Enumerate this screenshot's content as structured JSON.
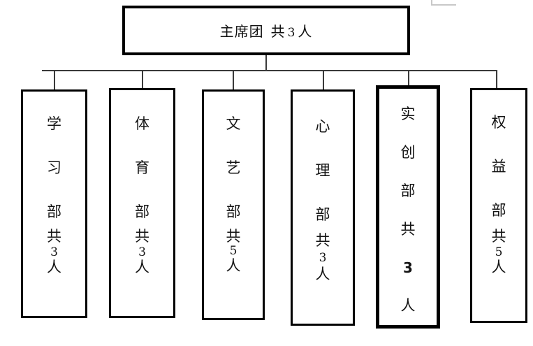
{
  "diagram": {
    "title_node": {
      "name": "主席团",
      "count_prefix": "共",
      "count": "3",
      "count_unit": "人",
      "full_text": "主席团 共 3 人"
    },
    "departments": [
      {
        "id": "xuexi",
        "full_text": "学习部共3人",
        "chars": [
          "学",
          "习",
          "部",
          "共",
          "3",
          "人"
        ],
        "count": "3",
        "emphasis": false
      },
      {
        "id": "tiyu",
        "full_text": "体育部共3人",
        "chars": [
          "体",
          "育",
          "部",
          "共",
          "3",
          "人"
        ],
        "count": "3",
        "emphasis": false
      },
      {
        "id": "wenyi",
        "full_text": "文艺部共5人",
        "chars": [
          "文",
          "艺",
          "部",
          "共",
          "5",
          "人"
        ],
        "count": "5",
        "emphasis": false
      },
      {
        "id": "xinli",
        "full_text": "心理部共3人",
        "chars": [
          "心",
          "理",
          "部",
          "共",
          "3",
          "人"
        ],
        "count": "3",
        "emphasis": false
      },
      {
        "id": "shichuang",
        "full_text": "实创部共3人",
        "chars": [
          "实",
          "创",
          "部",
          "共",
          "3",
          "人"
        ],
        "count": "3",
        "emphasis": true
      },
      {
        "id": "quanyi",
        "full_text": "权益部共5人",
        "chars": [
          "权",
          "益",
          "部",
          "共",
          "5",
          "人"
        ],
        "count": "5",
        "emphasis": false
      }
    ],
    "colors": {
      "stroke": "#000000",
      "connector": "#3a3a3a",
      "text": "#141414",
      "background": "#ffffff",
      "artifact": "#c8c8c8"
    }
  }
}
